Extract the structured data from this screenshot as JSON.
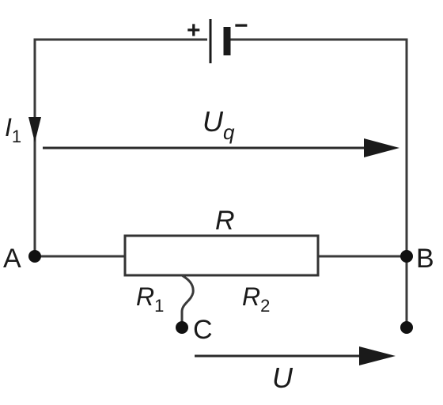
{
  "battery": {
    "plus": "+",
    "minus": "−"
  },
  "labels": {
    "current": {
      "main": "I",
      "sub": "1"
    },
    "source_voltage": {
      "main": "U",
      "sub": "q"
    },
    "resistor": "R",
    "r1": {
      "main": "R",
      "sub": "1"
    },
    "r2": {
      "main": "R",
      "sub": "2"
    },
    "node_a": "A",
    "node_b": "B",
    "node_c": "C",
    "output_voltage": "U"
  }
}
